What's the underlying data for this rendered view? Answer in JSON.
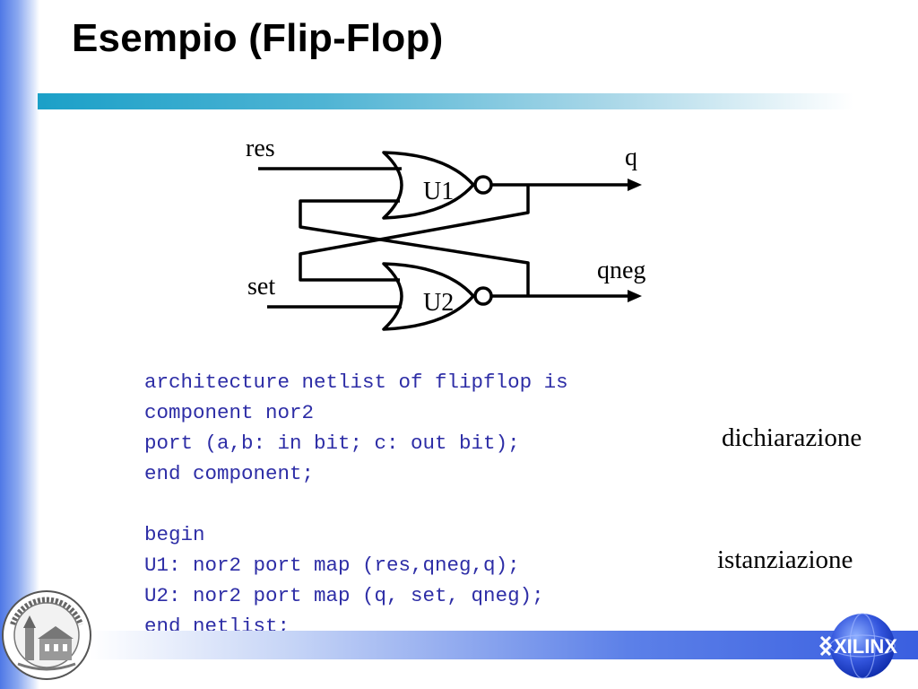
{
  "slide": {
    "title": "Esempio (Flip-Flop)"
  },
  "diagram": {
    "inputs": {
      "res": "res",
      "set": "set"
    },
    "outputs": {
      "q": "q",
      "qneg": "qneg"
    },
    "gates": {
      "u1": "U1",
      "u2": "U2"
    }
  },
  "code": {
    "lines": [
      "architecture netlist of flipflop is",
      "component nor2",
      "port (a,b: in bit; c: out bit);",
      "end component;",
      "",
      "begin",
      "U1: nor2 port map (res,qneg,q);",
      "U2: nor2 port map (q, set, qneg);",
      "end netlist;"
    ]
  },
  "annotations": {
    "declaration": "dichiarazione",
    "instantiation": "istanziazione"
  },
  "colors": {
    "code_text": "#2d2da6",
    "title_bar": "#1ba0c8",
    "bottom_band": "#3a5fe0"
  },
  "logos": {
    "university": "university-seal",
    "xilinx": "XILINX"
  }
}
